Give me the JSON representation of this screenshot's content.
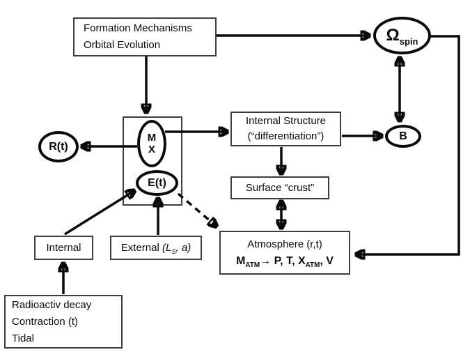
{
  "diagram": {
    "background": "#ffffff",
    "line_color": "#0a0a0a"
  },
  "boxes": {
    "formation": {
      "line1": "Formation Mechanisms",
      "line2": "Orbital Evolution"
    },
    "internal_structure": {
      "line1": "Internal Structure",
      "line2": "(“differentiation”)"
    },
    "surface_crust": {
      "label": "Surface “crust”"
    },
    "atmosphere": {
      "line1": "Atmosphere (r,t)",
      "m": "M",
      "m_sub": "ATM",
      "mid": "→ P, T, X",
      "x_sub": "ATM",
      "tail": ", V"
    },
    "internal": {
      "label": "Internal"
    },
    "external": {
      "prefix": "External ",
      "l": "(L",
      "l_sub": "S",
      "rest": ", a)"
    },
    "radioactive": {
      "line1": "Radioactiv decay",
      "line2": "Contraction (t)",
      "line3": "Tidal"
    }
  },
  "ellipses": {
    "r_t": {
      "label": "R(t)"
    },
    "mx": {
      "line1": "M",
      "line2": "X"
    },
    "e_t": {
      "label": "E(t)"
    },
    "omega_spin": {
      "main": "Ω",
      "sub": "spin"
    },
    "b": {
      "label": "B"
    }
  }
}
